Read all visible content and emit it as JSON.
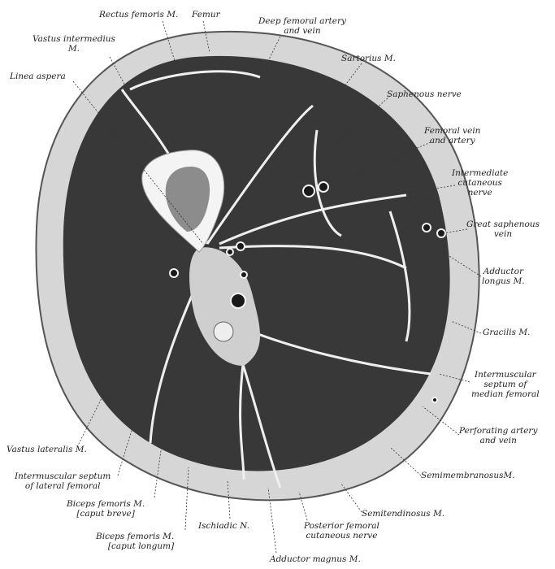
{
  "title": "Cross-section of the thigh",
  "colors": {
    "skin": "#d6d6d6",
    "muscle": "#383838",
    "septum": "#f2f2f2",
    "bone": "#f4f4f4",
    "marrow": "#8c8c8c",
    "ink": "#222222"
  },
  "labels": {
    "rectus_femoris": [
      "Rectus femoris M."
    ],
    "femur": [
      "Femur"
    ],
    "deep_femoral": [
      "Deep femoral artery",
      "and vein"
    ],
    "vastus_intermedius": [
      "Vastus intermedius",
      "M."
    ],
    "sartorius": [
      "Sartorius M."
    ],
    "linea_aspera": [
      "Linea aspera"
    ],
    "saphenous_nerve": [
      "Saphenous nerve"
    ],
    "femoral_vein": [
      "Femoral vein",
      "and artery"
    ],
    "intermediate_cutaneous": [
      "Intermediate",
      "cutaneous",
      "nerve"
    ],
    "great_saphenous": [
      "Great saphenous",
      "vein"
    ],
    "adductor_longus": [
      "Adductor",
      "longus M."
    ],
    "gracilis": [
      "Gracilis M."
    ],
    "septum_median": [
      "Intermuscular",
      "septum of",
      "median femoral"
    ],
    "perforating": [
      "Perforating artery",
      "and vein"
    ],
    "semimembranosus": [
      "SemimembranosusM."
    ],
    "semitendinosus": [
      "Semitendinosus M."
    ],
    "vastus_lateralis": [
      "Vastus lateralis M."
    ],
    "septum_lateral": [
      "Intermuscular septum",
      "of lateral femoral"
    ],
    "biceps_breve": [
      "Biceps femoris M.",
      "[caput breve]"
    ],
    "biceps_longum": [
      "Biceps femoris M.",
      "[caput longum]"
    ],
    "ischiadic": [
      "Ischiadic N."
    ],
    "posterior_cutaneous": [
      "Posterior femoral",
      "cutaneous nerve"
    ],
    "adductor_magnus": [
      "Adductor magnus M."
    ]
  }
}
